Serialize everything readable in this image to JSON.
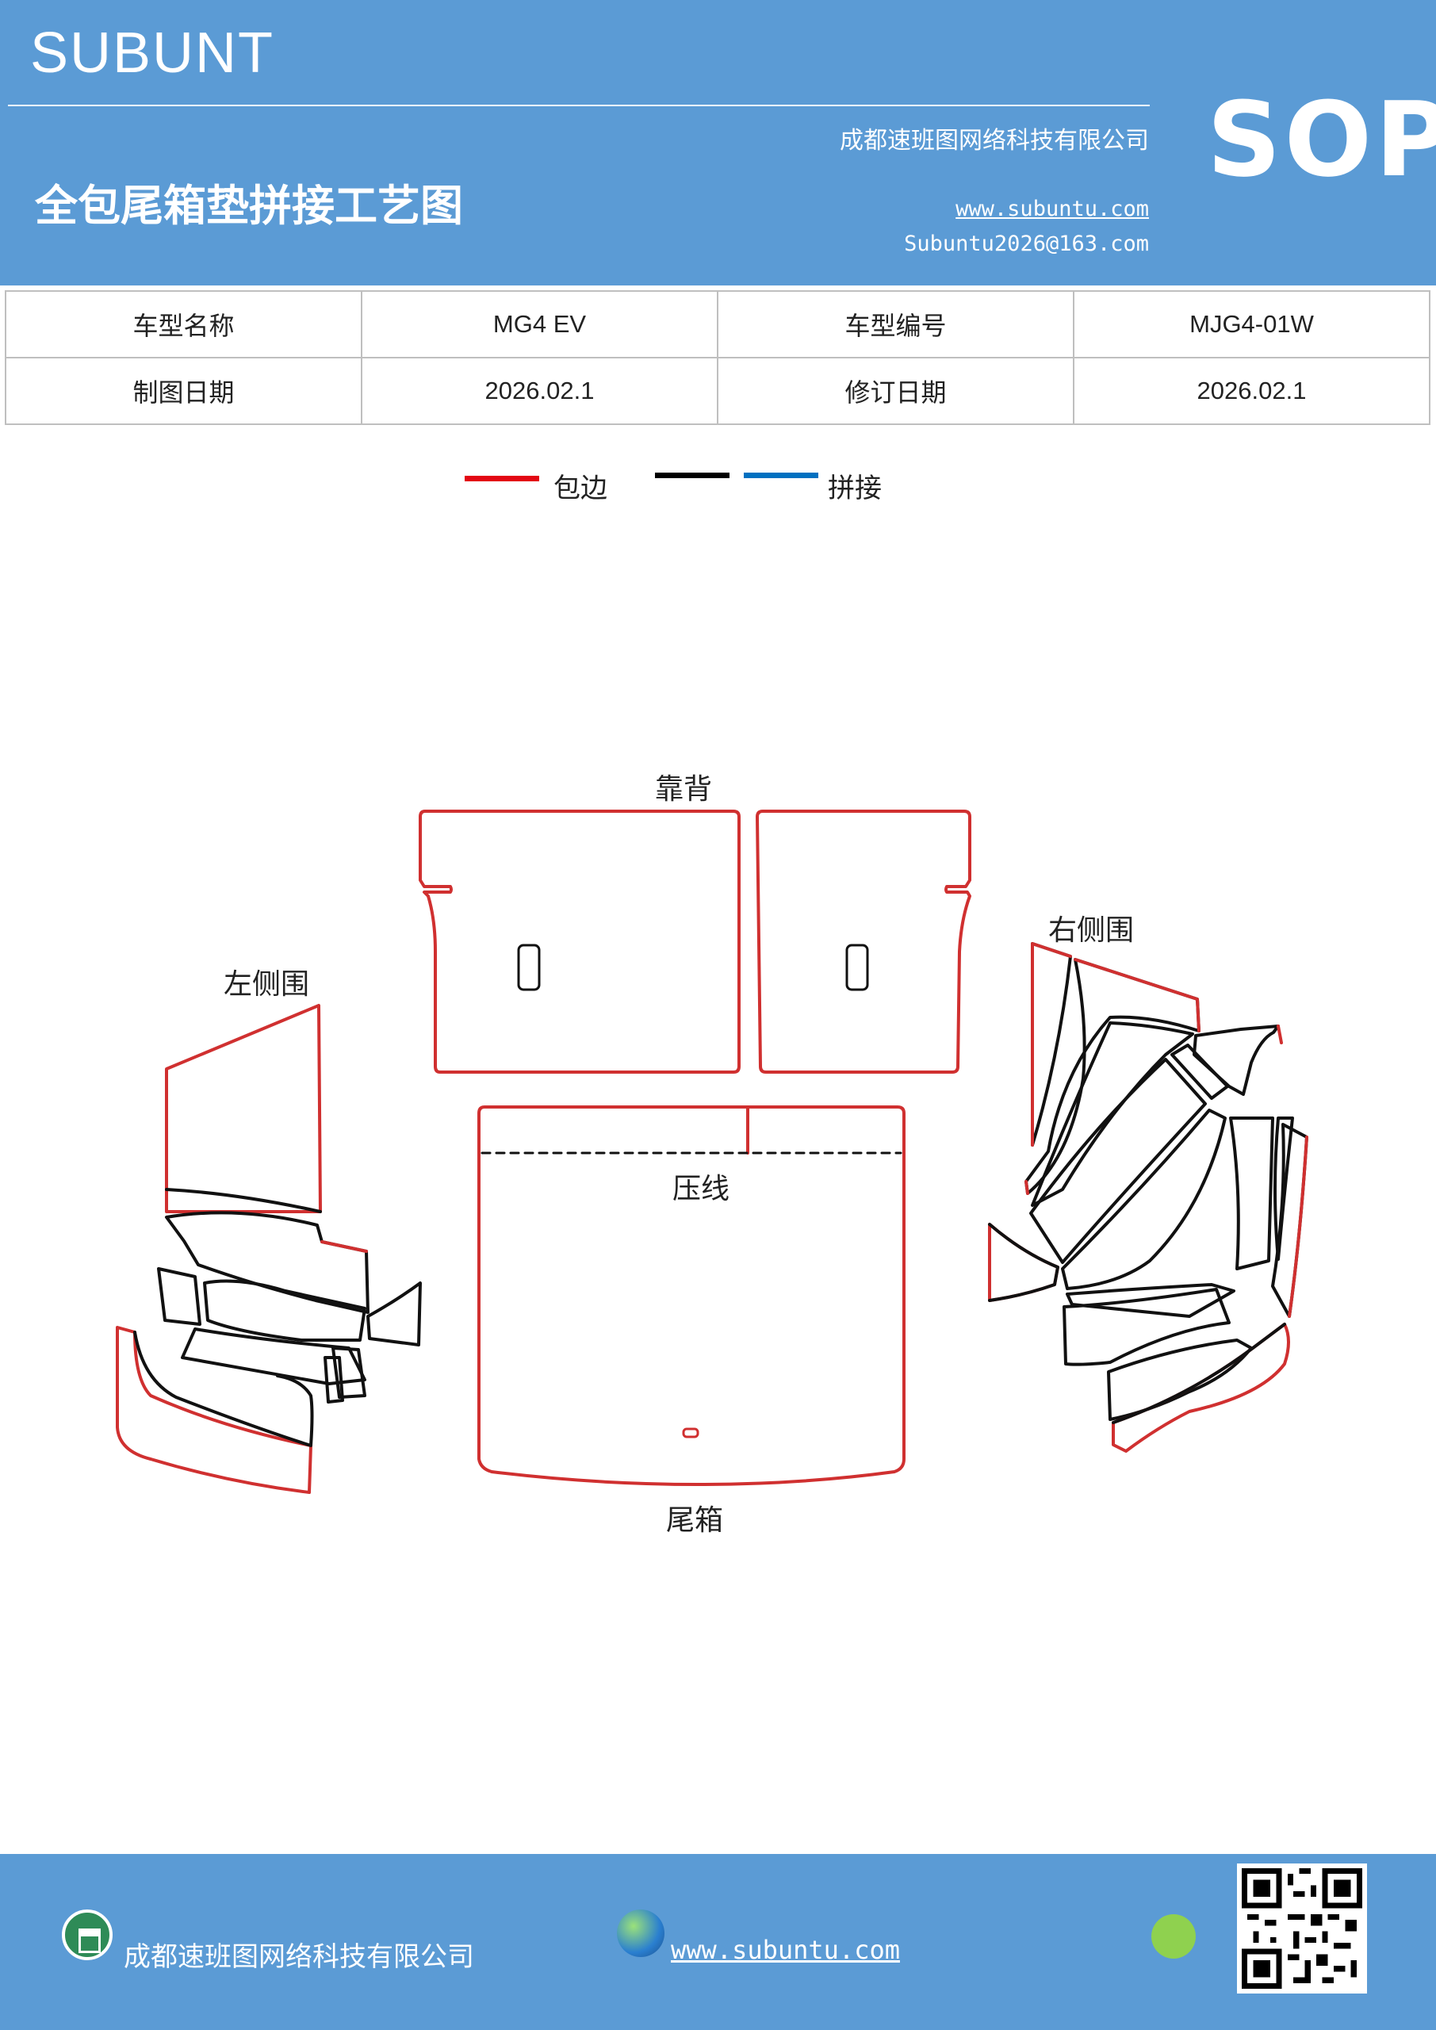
{
  "header": {
    "brand": "SUBUNT",
    "title": "全包尾箱垫拼接工艺图",
    "company": "成都速班图网络科技有限公司",
    "website": "www.subuntu.com",
    "email": "Subuntu2026@163.com",
    "badge": "SOP"
  },
  "info": {
    "row1": {
      "label1": "车型名称",
      "value1": "MG4  EV",
      "label2": "车型编号",
      "value2": "MJG4-01W"
    },
    "row2": {
      "label1": "制图日期",
      "value1": "2026.02.1",
      "label2": "修订日期",
      "value2": "2026.02.1"
    }
  },
  "legend": {
    "edge_label": "包边",
    "join_label": "拼接",
    "colors": {
      "edge": "#e30613",
      "black": "#000000",
      "join": "#0070c0"
    }
  },
  "diagram": {
    "backrest": "靠背",
    "left_side": "左侧围",
    "right_side": "右侧围",
    "press_line": "压线",
    "trunk": "尾箱",
    "colors": {
      "edge": "#d03030",
      "seam": "#111111"
    }
  },
  "footer": {
    "company": "成都速班图网络科技有限公司",
    "website": "www.subuntu.com"
  }
}
